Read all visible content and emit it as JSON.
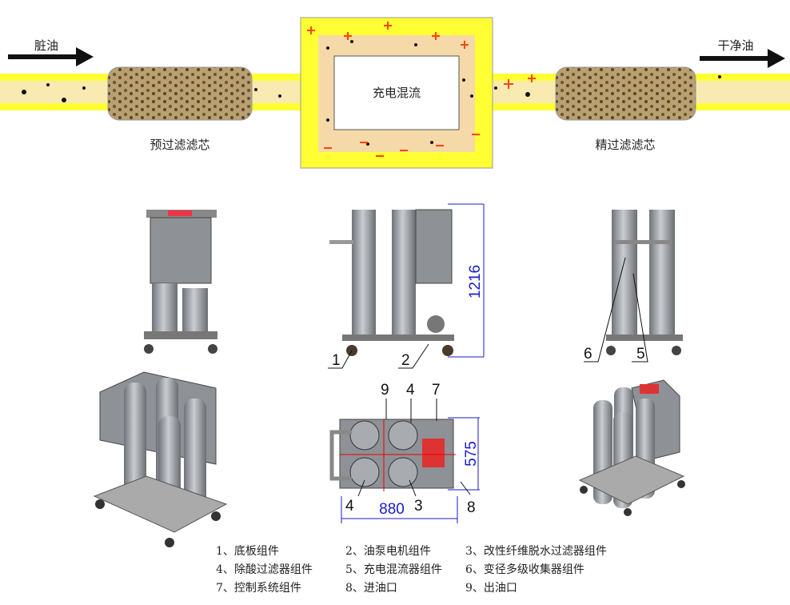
{
  "top_diagram": {
    "dirty_oil_label": "脏油",
    "clean_oil_label": "干净油",
    "charge_mix_label": "充电混流",
    "pre_filter_label": "预过滤滤芯",
    "fine_filter_label": "精过滤滤芯",
    "colors": {
      "pipe": "#ffff33",
      "flow": "#f5d9a8",
      "positive": "#ff4400",
      "particle": "#111111"
    }
  },
  "callouts": {
    "side_1": "1",
    "side_2": "2",
    "height_dim": "1216",
    "right_6": "6",
    "right_5": "5",
    "top_9": "9",
    "top_4a": "4",
    "top_7": "7",
    "top_4b": "4",
    "top_3": "3",
    "top_8": "8",
    "width_dim": "880",
    "depth_dim": "575"
  },
  "legend": [
    "1、底板组件",
    "2、油泵电机组件",
    "3、改性纤维脱水过滤器组件",
    "4、除酸过滤器组件",
    "5、充电混流器组件",
    "6、变径多级收集器组件",
    "7、控制系统组件",
    "8、进油口",
    "9、出油口"
  ]
}
